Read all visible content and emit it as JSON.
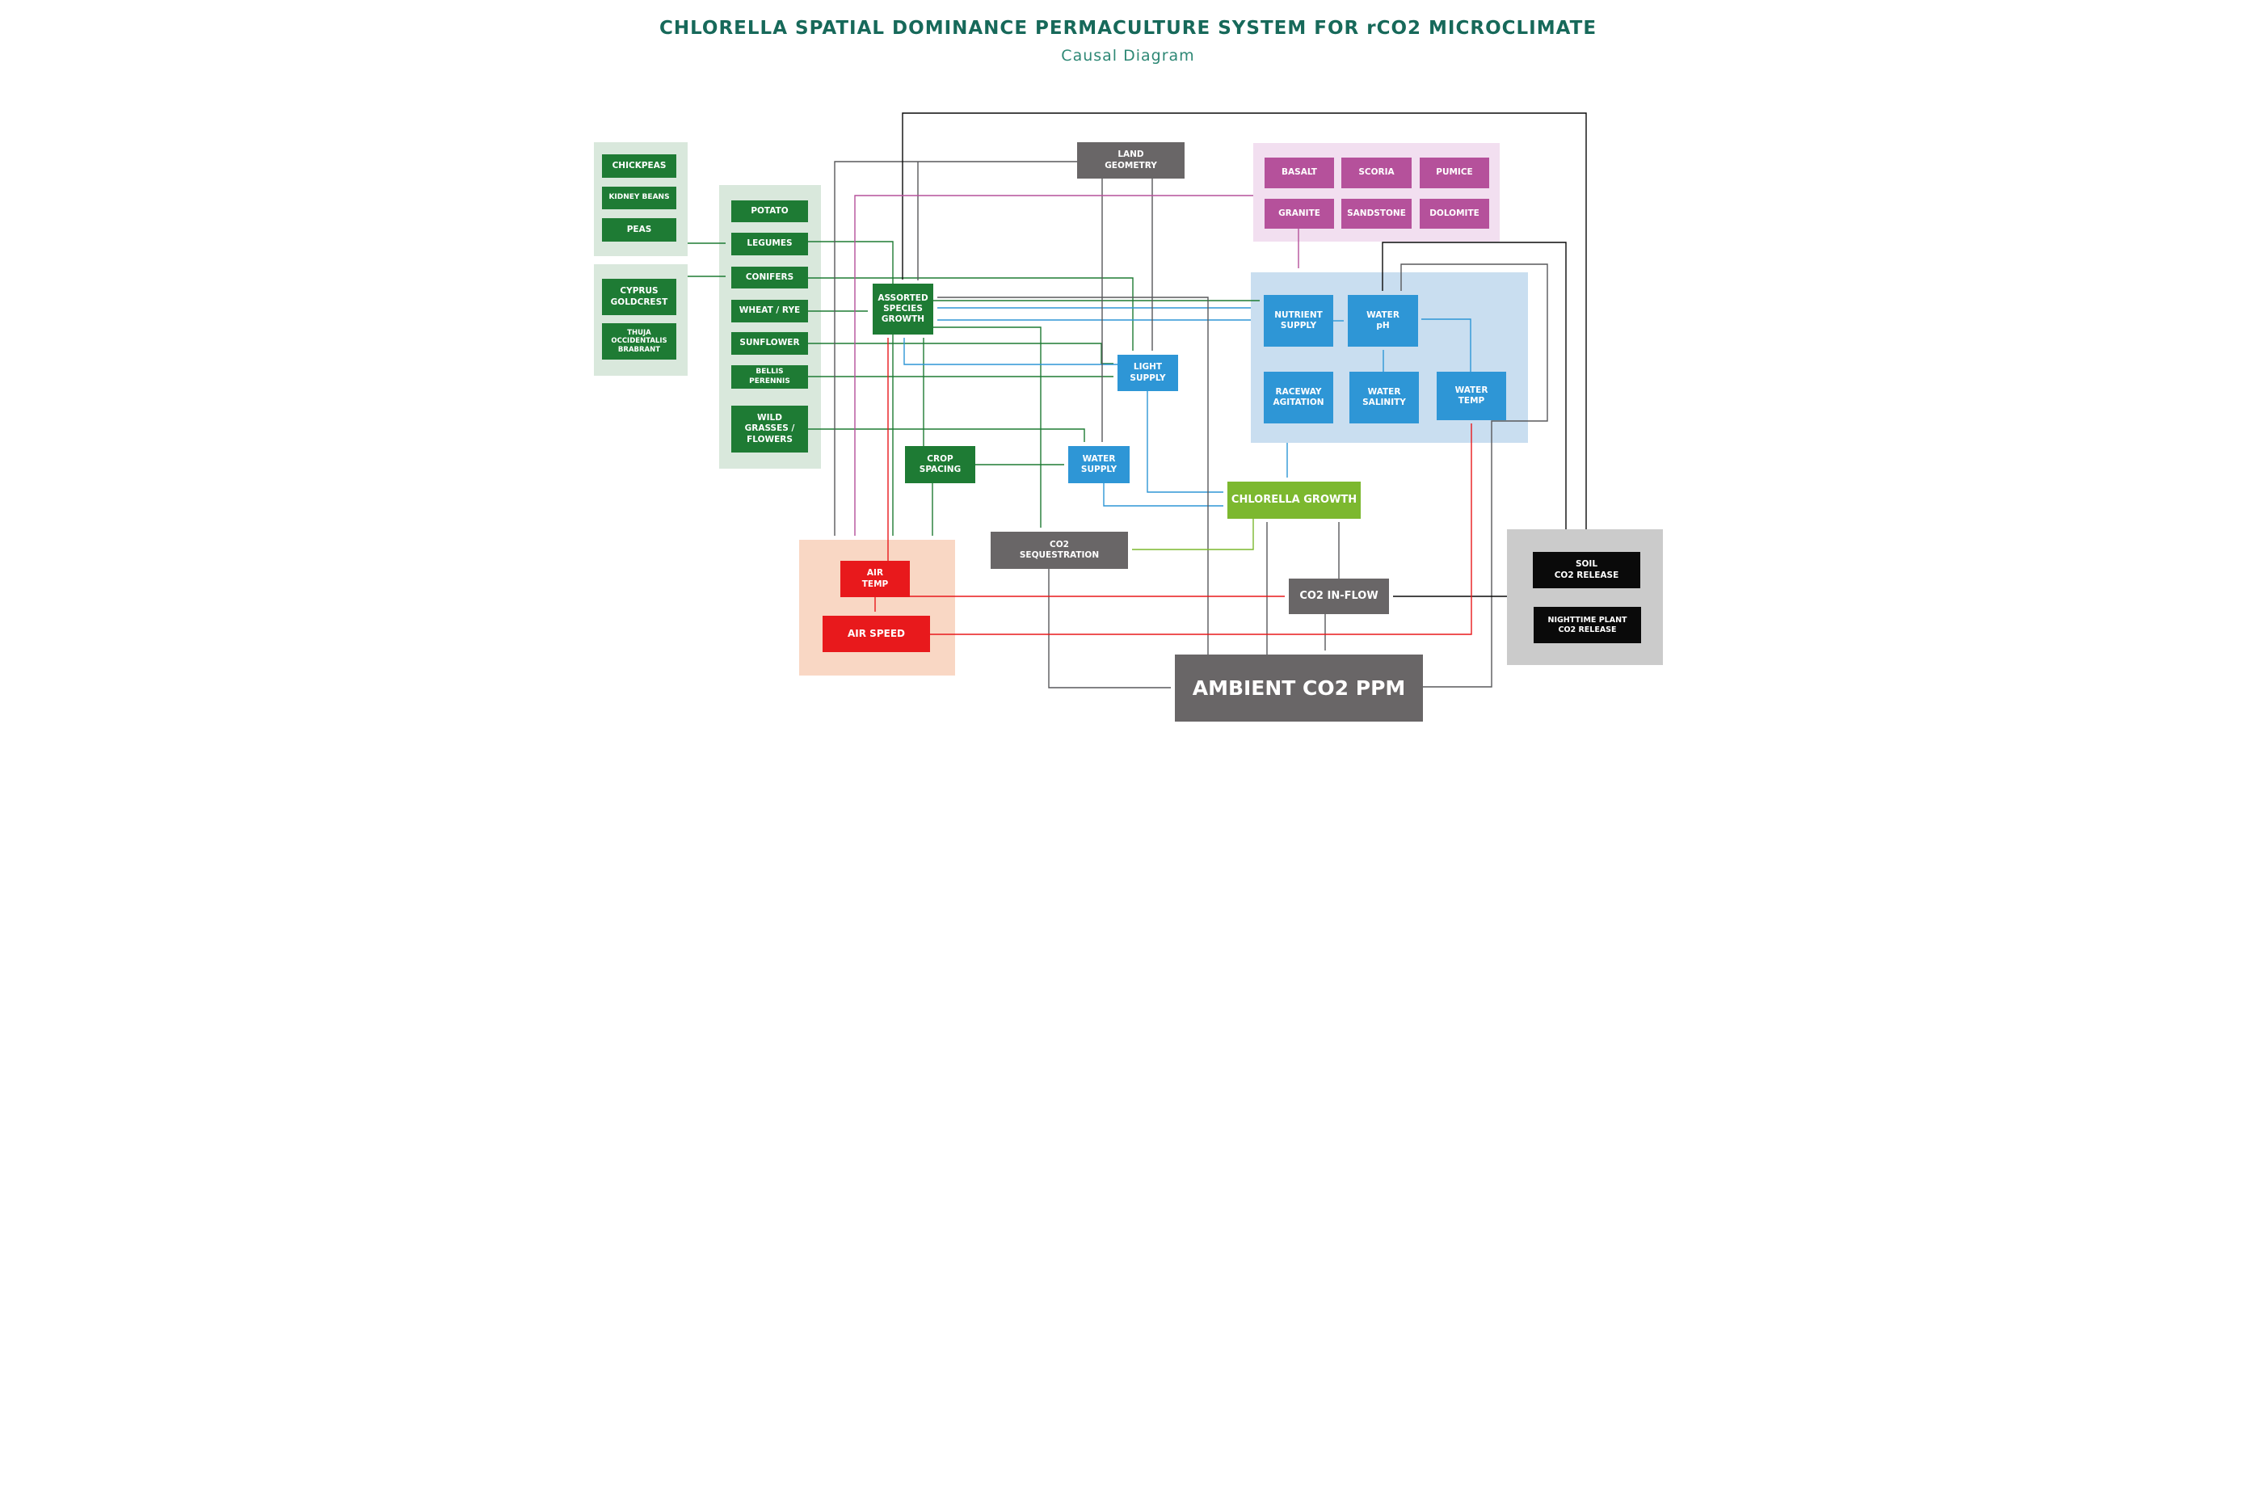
{
  "header": {
    "title": "CHLORELLA SPATIAL DOMINANCE PERMACULTURE SYSTEM FOR rCO2 MICROCLIMATE",
    "subtitle": "Causal Diagram"
  },
  "colors": {
    "dark_green_node": "#1e7b34",
    "light_green_group": "#d9e8dc",
    "blue_node": "#2e96d6",
    "light_blue_group": "#c9def0",
    "magenta_node": "#b5519b",
    "pink_group": "#f2dff0",
    "gray_node": "#696667",
    "light_gray_group": "#cbcbcb",
    "red_node": "#e8191c",
    "peach_group": "#f9d7c4",
    "black_node": "#0a0a0a",
    "lime_node": "#7cb82f",
    "title_teal": "#17695a"
  },
  "nodes": {
    "chickpeas": {
      "label": "CHICKPEAS"
    },
    "kidney_beans": {
      "label": "KIDNEY BEANS"
    },
    "peas": {
      "label": "PEAS"
    },
    "cyprus_goldcrest": {
      "label": "CYPRUS\nGOLDCREST"
    },
    "thuja": {
      "label": "THUJA\nOCCIDENTALIS\nBRABRANT"
    },
    "potato": {
      "label": "POTATO"
    },
    "legumes": {
      "label": "LEGUMES"
    },
    "conifers": {
      "label": "CONIFERS"
    },
    "wheat_rye": {
      "label": "WHEAT / RYE"
    },
    "sunflower": {
      "label": "SUNFLOWER"
    },
    "bellis_perennis": {
      "label": "BELLIS\nPERENNIS"
    },
    "wild_grasses": {
      "label": "WILD\nGRASSES /\nFLOWERS"
    },
    "assorted_species_growth": {
      "label": "ASSORTED\nSPECIES\nGROWTH"
    },
    "land_geometry": {
      "label": "LAND\nGEOMETRY"
    },
    "basalt": {
      "label": "BASALT"
    },
    "scoria": {
      "label": "SCORIA"
    },
    "pumice": {
      "label": "PUMICE"
    },
    "granite": {
      "label": "GRANITE"
    },
    "sandstone": {
      "label": "SANDSTONE"
    },
    "dolomite": {
      "label": "DOLOMITE"
    },
    "nutrient_supply": {
      "label": "NUTRIENT\nSUPPLY"
    },
    "water_ph": {
      "label": "WATER\npH"
    },
    "raceway_agitation": {
      "label": "RACEWAY\nAGITATION"
    },
    "water_salinity": {
      "label": "WATER\nSALINITY"
    },
    "water_temp": {
      "label": "WATER\nTEMP"
    },
    "light_supply": {
      "label": "LIGHT\nSUPPLY"
    },
    "water_supply": {
      "label": "WATER\nSUPPLY"
    },
    "crop_spacing": {
      "label": "CROP\nSPACING"
    },
    "co2_sequestration": {
      "label": "CO2\nSEQUESTRATION"
    },
    "chlorella_growth": {
      "label": "CHLORELLA GROWTH"
    },
    "air_temp": {
      "label": "AIR\nTEMP"
    },
    "air_speed": {
      "label": "AIR SPEED"
    },
    "co2_inflow": {
      "label": "CO2 IN-FLOW"
    },
    "ambient_co2_ppm": {
      "label": "AMBIENT CO2 PPM"
    },
    "soil_co2_release": {
      "label": "SOIL\nCO2 RELEASE"
    },
    "nighttime_plant_co2_release": {
      "label": "NIGHTTIME PLANT\nCO2 RELEASE"
    }
  },
  "edges": [
    {
      "from": "legume-group (chickpeas, kidney beans, peas)",
      "to": "legumes",
      "color": "green"
    },
    {
      "from": "conifer-group (cyprus goldcrest, thuja)",
      "to": "conifers",
      "color": "green"
    },
    {
      "from": "wheat_rye",
      "to": "assorted_species_growth",
      "color": "green"
    },
    {
      "from": "conifers",
      "to": "light_supply",
      "color": "green"
    },
    {
      "from": "sunflower",
      "to": "light_supply",
      "color": "green"
    },
    {
      "from": "bellis_perennis",
      "to": "light_supply",
      "color": "green"
    },
    {
      "from": "legumes",
      "to": "air-microclimate-group",
      "color": "green"
    },
    {
      "from": "crop_spacing",
      "to": "assorted_species_growth",
      "color": "green"
    },
    {
      "from": "crop_spacing",
      "to": "air-microclimate-group",
      "color": "green"
    },
    {
      "from": "crop_spacing",
      "to": "water_supply",
      "color": "green"
    },
    {
      "from": "wild_grasses",
      "to": "water_supply",
      "color": "green"
    },
    {
      "from": "assorted_species_growth",
      "to": "nutrient_supply",
      "color": "green"
    },
    {
      "from": "assorted_species_growth",
      "to": "co2_sequestration",
      "color": "green"
    },
    {
      "from": "water-group",
      "to": "assorted_species_growth",
      "color": "blue"
    },
    {
      "from": "water-group",
      "to": "assorted_species_growth",
      "color": "blue"
    },
    {
      "from": "light_supply",
      "to": "assorted_species_growth",
      "color": "blue"
    },
    {
      "from": "light_supply",
      "to": "chlorella_growth",
      "color": "blue"
    },
    {
      "from": "water_supply",
      "to": "chlorella_growth",
      "color": "blue"
    },
    {
      "from": "nutrient_supply",
      "to": "water_ph",
      "color": "blue"
    },
    {
      "from": "water_salinity",
      "to": "water_ph",
      "color": "blue"
    },
    {
      "from": "water_temp",
      "to": "water_ph",
      "color": "blue"
    },
    {
      "from": "raceway_agitation",
      "to": "chlorella_growth",
      "color": "blue"
    },
    {
      "from": "land_geometry",
      "to": "water_supply",
      "color": "gray"
    },
    {
      "from": "land_geometry",
      "to": "light_supply",
      "color": "gray"
    },
    {
      "from": "land_geometry",
      "to": "air-microclimate-group",
      "color": "gray"
    },
    {
      "from": "land_geometry",
      "to": "assorted_species_growth",
      "color": "gray"
    },
    {
      "from": "ambient_co2_ppm",
      "to": "assorted_species_growth",
      "color": "gray"
    },
    {
      "from": "ambient_co2_ppm",
      "to": "water_ph",
      "color": "gray"
    },
    {
      "from": "ambient_co2_ppm",
      "to": "chlorella_growth",
      "color": "gray"
    },
    {
      "from": "co2_sequestration",
      "to": "ambient_co2_ppm",
      "color": "gray"
    },
    {
      "from": "co2_inflow",
      "to": "chlorella_growth",
      "color": "gray"
    },
    {
      "from": "co2_inflow",
      "to": "ambient_co2_ppm",
      "color": "gray"
    },
    {
      "from": "rock-group (granite)",
      "to": "nutrient_supply",
      "color": "magenta"
    },
    {
      "from": "rock-group",
      "to": "air-microclimate-group",
      "color": "magenta"
    },
    {
      "from": "soil-group",
      "to": "assorted_species_growth",
      "color": "black"
    },
    {
      "from": "soil-group",
      "to": "water_ph",
      "color": "black"
    },
    {
      "from": "soil-group",
      "to": "co2_inflow",
      "color": "black"
    },
    {
      "from": "air_temp",
      "to": "air_speed",
      "color": "red"
    },
    {
      "from": "air_temp",
      "to": "assorted_species_growth",
      "color": "red"
    },
    {
      "from": "air_temp",
      "to": "co2_inflow",
      "color": "red"
    },
    {
      "from": "air_speed",
      "to": "water_temp",
      "color": "red"
    },
    {
      "from": "chlorella_growth",
      "to": "co2_sequestration",
      "color": "lime"
    }
  ]
}
